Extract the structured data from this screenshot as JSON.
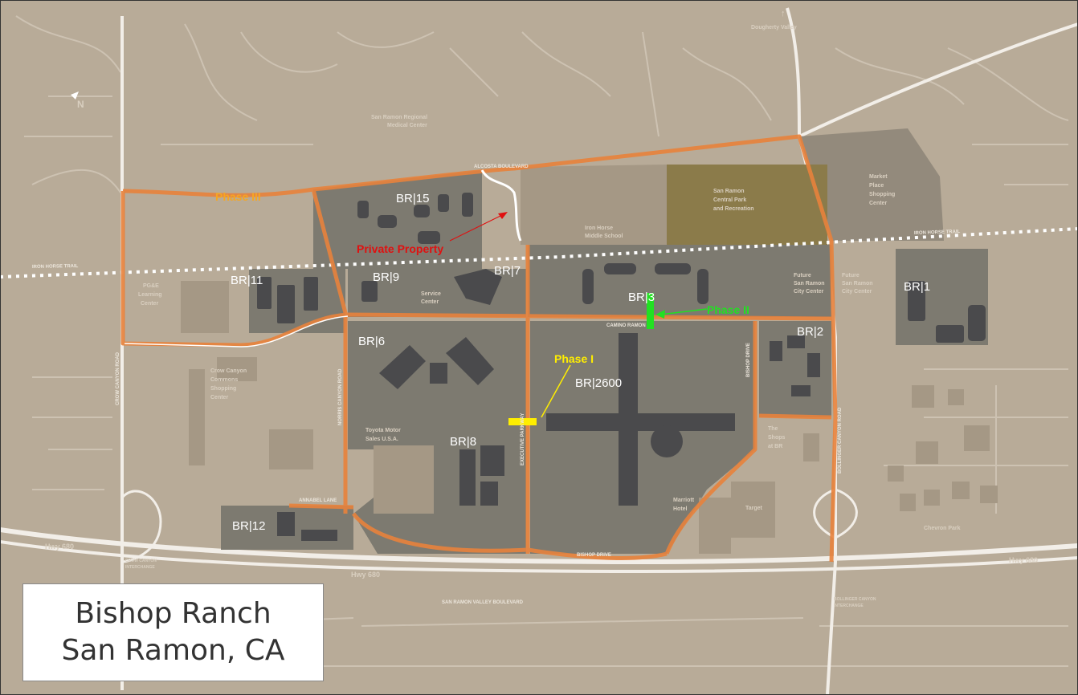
{
  "map": {
    "title_line1": "Bishop Ranch",
    "title_line2": "San Ramon, CA",
    "north_label": "N",
    "colors": {
      "land": "#b8ab98",
      "campus": "#7d7a70",
      "building": "#4a4a4c",
      "park": "#8b7b4a",
      "route": "#e8823c",
      "phase1": "#ffee00",
      "phase2": "#22e022",
      "phase3": "#f5a623",
      "private": "#e01010"
    },
    "phases": {
      "phase1": "Phase I",
      "phase2": "Phase II",
      "phase3": "Phase III",
      "private": "Private Property"
    },
    "buildings": [
      "BR|15",
      "BR|9",
      "BR|7",
      "BR|11",
      "BR|3",
      "BR|1",
      "BR|6",
      "BR|2",
      "BR|2600",
      "BR|8",
      "BR|12"
    ],
    "places": {
      "dougherty": "Dougherty Valley",
      "medical": [
        "San Ramon Regional",
        "Medical Center"
      ],
      "iron_horse_school": [
        "Iron Horse",
        "Middle School"
      ],
      "central_park": [
        "San Ramon",
        "Central Park",
        "and Recreation"
      ],
      "market_place": [
        "Market",
        "Place",
        "Shopping",
        "Center"
      ],
      "future_city1": [
        "Future",
        "San Ramon",
        "City Center"
      ],
      "future_city2": [
        "Future",
        "San Ramon",
        "City Center"
      ],
      "pge": [
        "PG&E",
        "Learning",
        "Center"
      ],
      "service": [
        "Service",
        "Center"
      ],
      "crow_canyon": [
        "Crow Canyon",
        "Commons",
        "Shopping",
        "Center"
      ],
      "toyota": [
        "Toyota Motor",
        "Sales U.S.A."
      ],
      "shops": [
        "The",
        "Shops",
        "at BR"
      ],
      "marriott": [
        "Marriott",
        "Hotel"
      ],
      "target": "Target",
      "chevron": "Chevron Park",
      "crow_interchange": [
        "CROW CANYON",
        "INTERCHANGE"
      ],
      "bollinger_interchange": [
        "BOLLINGER CANYON",
        "INTERCHANGE"
      ]
    },
    "roads": {
      "alcosta": "ALCOSTA BOULEVARD",
      "iron_horse_trail_left": "IRON HORSE TRAIL",
      "iron_horse_trail_right": "IRON HORSE TRAIL",
      "camino_ramon": "CAMINO RAMON",
      "bishop_drive_v": "BISHOP DRIVE",
      "bishop_drive_h": "BISHOP DRIVE",
      "executive": "EXECUTIVE PARKWAY",
      "norris": "NORRIS CANYON ROAD",
      "crow_canyon_road": "CROW CANYON ROAD",
      "bollinger_road": "BOLLINGER CANYON ROAD",
      "annabel": "ANNABEL LANE",
      "san_ramon_valley": "SAN RAMON VALLEY BOULEVARD",
      "hwy_left": "Hwy 680",
      "hwy_center": "Hwy 680",
      "hwy_right": "Hwy 680"
    }
  }
}
